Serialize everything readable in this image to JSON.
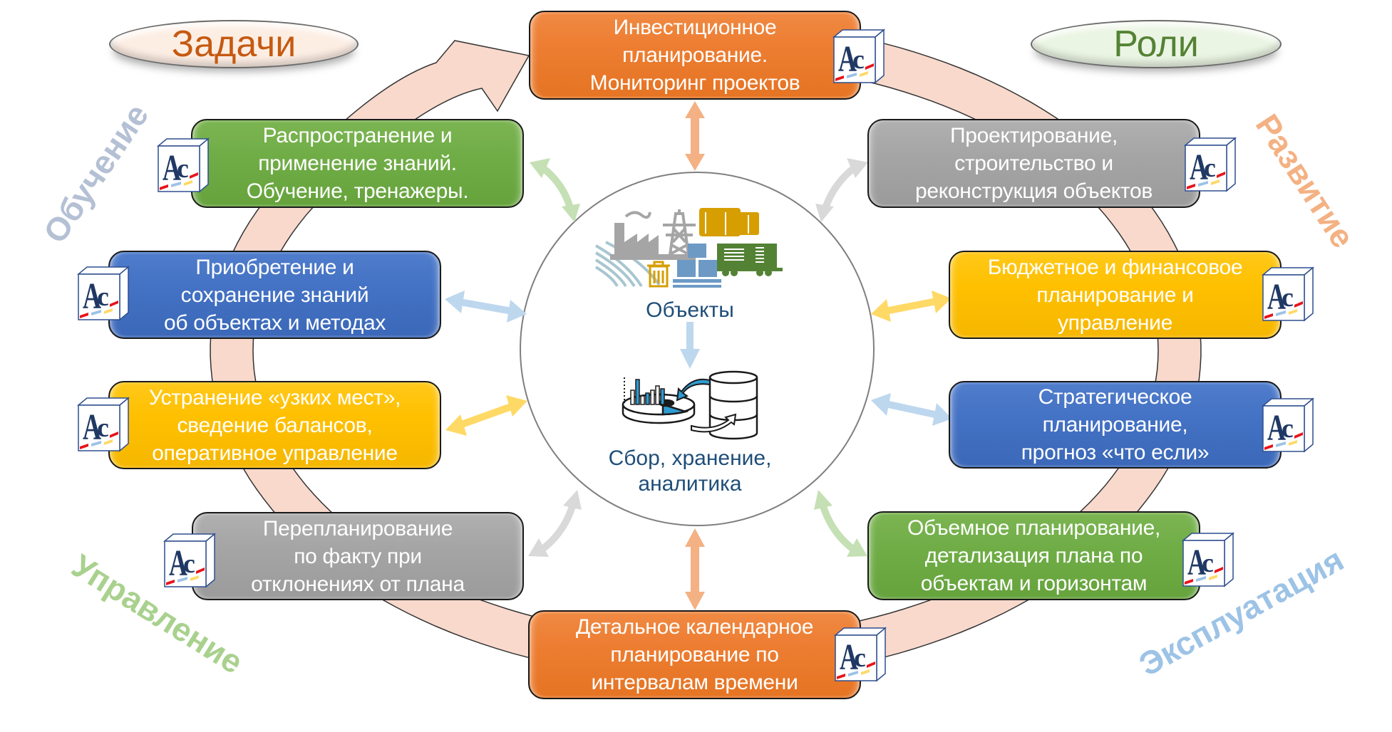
{
  "headers": {
    "tasks": "Задачи",
    "roles": "Роли"
  },
  "phases": {
    "learning": "Обучение",
    "development": "Развитие",
    "management": "Управление",
    "operation": "Эксплуатация"
  },
  "phase_colors": {
    "learning": "#b4c0d4",
    "development": "#f4b183",
    "management": "#a9d18e",
    "operation": "#9dc3e6"
  },
  "boxes": [
    {
      "id": "investment",
      "color": "orange",
      "text": "Инвестиционное\nпланирование.\nМониторинг проектов"
    },
    {
      "id": "knowledge-spread",
      "color": "green",
      "text": "Распространение и\nприменение знаний.\nОбучение, тренажеры."
    },
    {
      "id": "knowledge-acquire",
      "color": "blue",
      "text": "Приобретение и\nсохранение знаний\nоб объектах и методах"
    },
    {
      "id": "bottlenecks",
      "color": "yellow",
      "text": "Устранение «узких мест»,\nсведение балансов,\nоперативное управление"
    },
    {
      "id": "replanning",
      "color": "gray",
      "text": "Перепланирование\nпо факту при\nотклонениях от плана"
    },
    {
      "id": "calendar",
      "color": "orange",
      "text": "Детальное календарное\nпланирование по\nинтервалам времени"
    },
    {
      "id": "volume",
      "color": "green",
      "text": "Объемное планирование,\nдетализация плана по\nобъектам и горизонтам"
    },
    {
      "id": "strategic",
      "color": "blue",
      "text": "Стратегическое\nпланирование,\nпрогноз «что если»"
    },
    {
      "id": "budget",
      "color": "yellow",
      "text": "Бюджетное и финансовое\nпланирование и\nуправление"
    },
    {
      "id": "design",
      "color": "gray",
      "text": "Проектирование,\nстроительство и\nреконструкция объектов"
    }
  ],
  "center": {
    "objects_label": "Объекты",
    "analytics_label": "Сбор, хранение,\nаналитика",
    "objects_icon": "industrial-objects-icon",
    "analytics_icon": "database-analytics-icon"
  },
  "logo": {
    "letters": "AC",
    "icon": "ac-cube-logo-icon"
  },
  "colors": {
    "orange": "#ed7d31",
    "green": "#70ad47",
    "gray": "#a5a5a5",
    "blue": "#4472c4",
    "yellow": "#ffc000",
    "ring": "#f8d9cc",
    "text_dark_blue": "#1f4e79"
  }
}
